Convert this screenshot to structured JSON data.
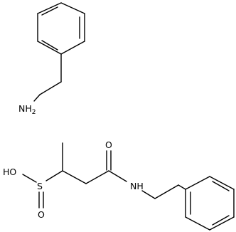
{
  "molecules": [
    {
      "name": "amine",
      "labels": {
        "amine_n": "N",
        "amine_h": "H",
        "amine_h_count": "2"
      }
    },
    {
      "name": "sulfinic-amide",
      "labels": {
        "sulfur": "S",
        "hydroxyl": "HO",
        "sulfinyl_oxygen": "O",
        "carbonyl_oxygen": "O",
        "amide_nh": "NH"
      }
    }
  ]
}
